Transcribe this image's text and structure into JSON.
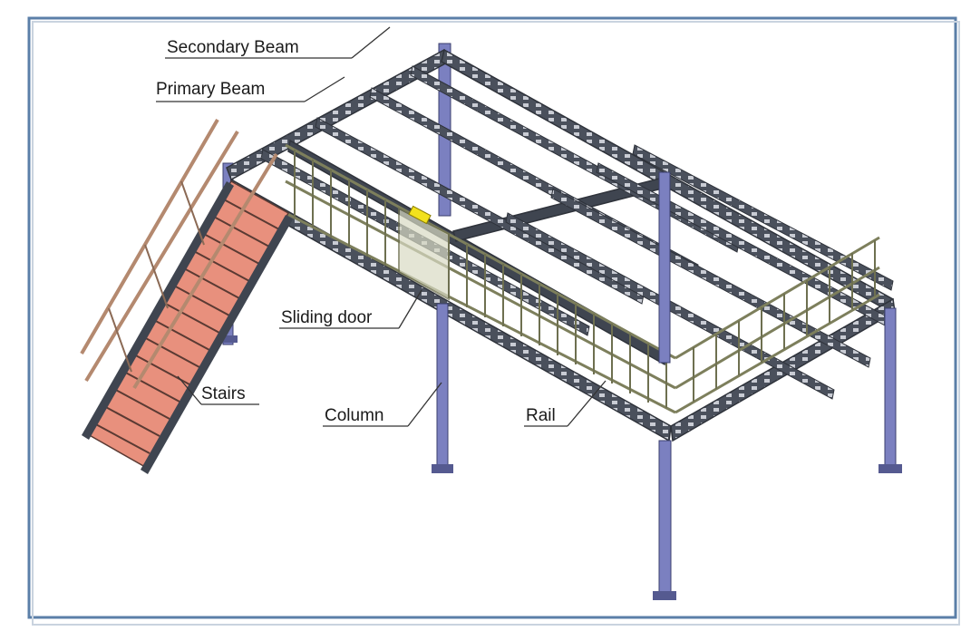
{
  "labels": {
    "secondary_beam": "Secondary Beam",
    "primary_beam": "Primary Beam",
    "sliding_door": "Sliding door",
    "stairs": "Stairs",
    "column": "Column",
    "rail": "Rail"
  },
  "colors": {
    "frame_border": "#5b7fa8",
    "beam": "#3f4550",
    "column": "#7b80c0",
    "rail": "#7d7f5c",
    "stair_tread": "#e8907d",
    "handrail": "#b4896f",
    "door_handle": "#f2e11d"
  }
}
